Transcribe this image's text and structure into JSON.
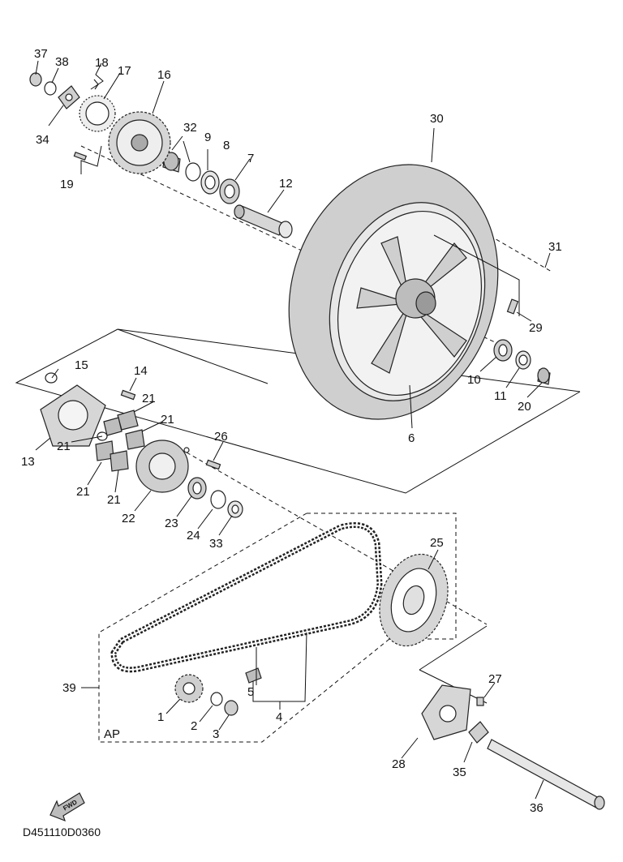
{
  "diagram_code": "D451110D0360",
  "fwd_label": "FWD",
  "group_label": "AP",
  "colors": {
    "part_fill": "#d6d6d6",
    "part_dark": "#9a9a9a",
    "line": "#111111"
  },
  "callouts": {
    "c1": "1",
    "c2": "2",
    "c3": "3",
    "c4": "4",
    "c5": "5",
    "c6": "6",
    "c7": "7",
    "c8": "8",
    "c9": "9",
    "c10": "10",
    "c11": "11",
    "c12": "12",
    "c13": "13",
    "c14": "14",
    "c15": "15",
    "c16": "16",
    "c17": "17",
    "c18": "18",
    "c19": "19",
    "c20": "20",
    "c21a": "21",
    "c21b": "21",
    "c21c": "21",
    "c21d": "21",
    "c21e": "21",
    "c22": "22",
    "c23": "23",
    "c24": "24",
    "c25": "25",
    "c26": "26",
    "c27": "27",
    "c28": "28",
    "c29": "29",
    "c30": "30",
    "c31": "31",
    "c32": "32",
    "c33": "33",
    "c34": "34",
    "c35": "35",
    "c36": "36",
    "c37": "37",
    "c38": "38",
    "c39": "39"
  }
}
